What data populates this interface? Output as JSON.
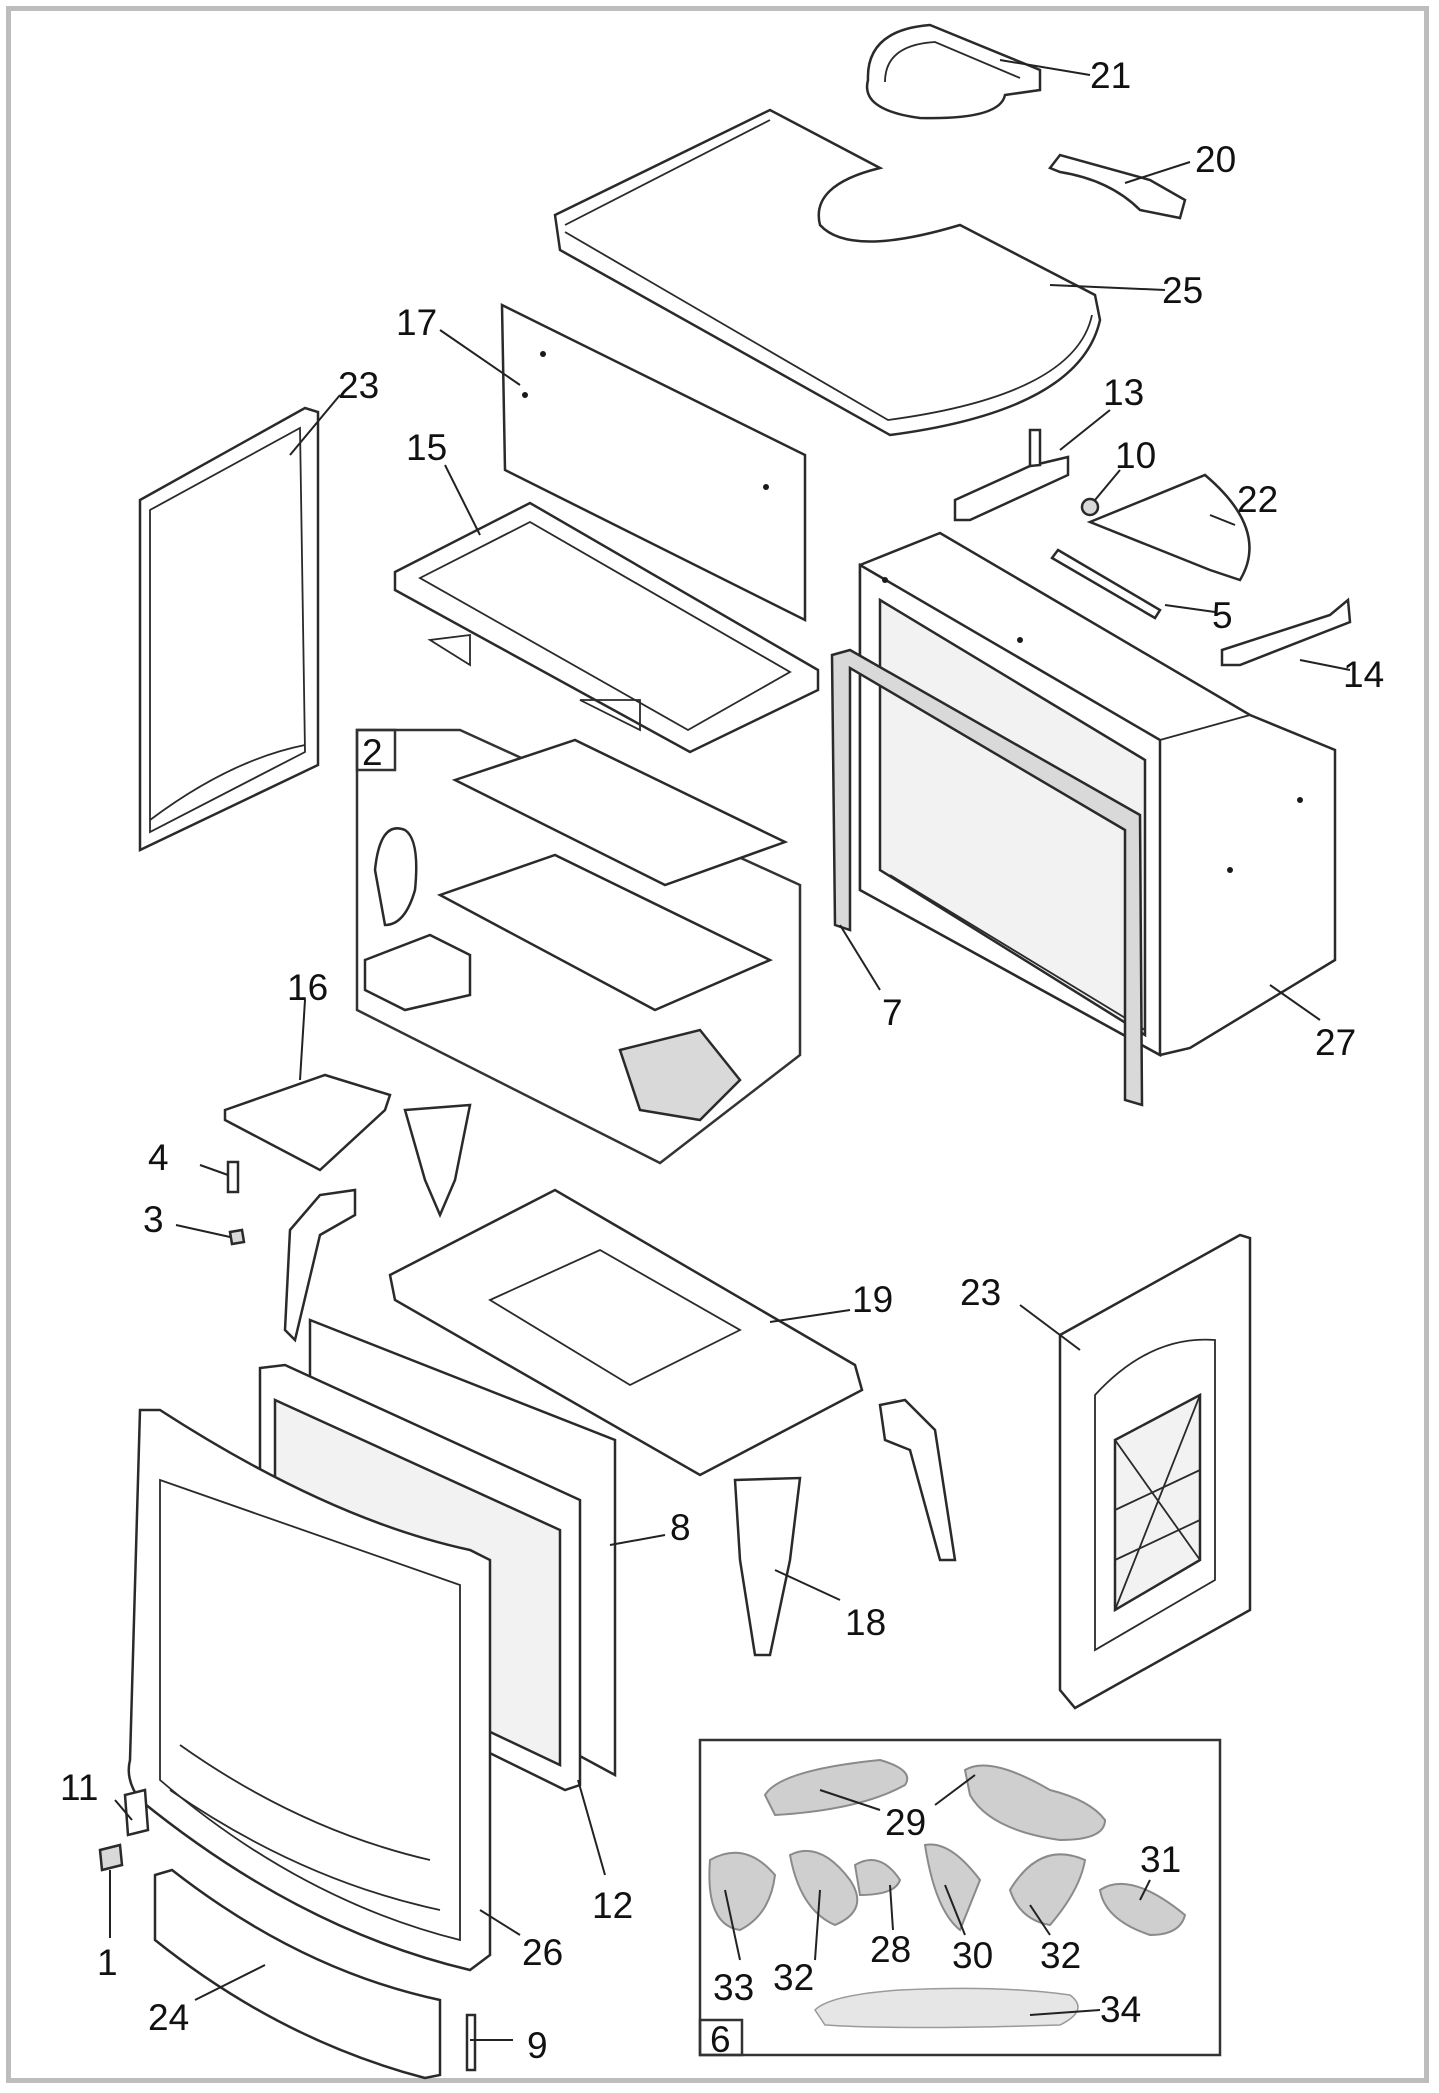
{
  "callouts": {
    "c1": "1",
    "c2": "2",
    "c3": "3",
    "c4": "4",
    "c5": "5",
    "c6": "6",
    "c7": "7",
    "c8": "8",
    "c9": "9",
    "c10": "10",
    "c11": "11",
    "c12": "12",
    "c13": "13",
    "c14": "14",
    "c15": "15",
    "c16": "16",
    "c17": "17",
    "c18": "18",
    "c19": "19",
    "c20": "20",
    "c21": "21",
    "c22": "22",
    "c23a": "23",
    "c23b": "23",
    "c24": "24",
    "c25": "25",
    "c26": "26",
    "c27": "27",
    "c28": "28",
    "c29": "29",
    "c30": "30",
    "c31": "31",
    "c32a": "32",
    "c32b": "32",
    "c33": "33",
    "c34": "34"
  }
}
